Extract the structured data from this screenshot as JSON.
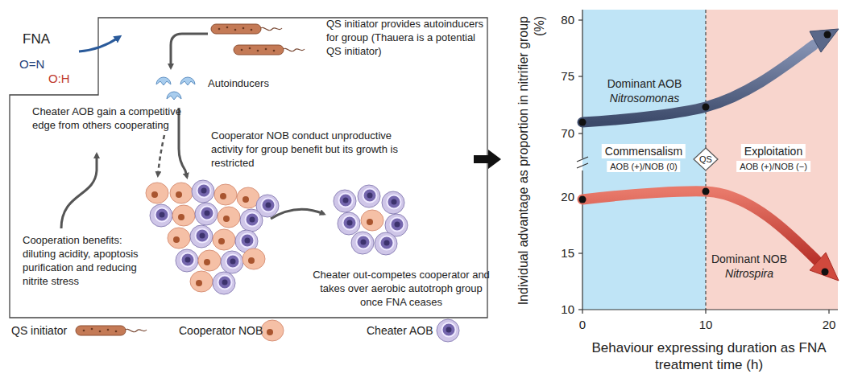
{
  "diagram": {
    "nodes": [
      {
        "text": [
          "QS initiator provides autoinducers for group (Thauera is a potential QS initiator)",
          "Autoinducers",
          "Cheater AOB gain a competitive edge from others cooperating",
          "Cooperator NOB conduct unproductive activity for group benefit but its growth is restricted",
          "Cooperation benefits: diluting acidity, apoptosis purification and reducing nitrite stress",
          "Cheater out-competes cooperator and takes over aerobic autotroph group once FNA ceases"
        ]
      },
      {
        "text": [
          "Commensalism",
          "AOB (+)/NOB (0)"
        ]
      },
      {
        "text": [
          "QS"
        ]
      },
      {
        "text": [
          "Exploitation",
          "AOB (+)/NOB (−)"
        ]
      }
    ],
    "labels": [
      "FNA",
      "O=N",
      "O:H",
      "80",
      "75",
      "70",
      "20",
      "15",
      "10",
      "0",
      "10",
      "20",
      "Individual advantage as proportion in nitrifier group (%)",
      "Behaviour expressing duration as FNA treatment time (h)",
      "Dominant AOB",
      "Nitrosomonas",
      "Dominant NOB",
      "Nitrospira"
    ],
    "legend": [
      {
        "text": "QS initiator"
      },
      {
        "text": "Cooperator NOB"
      },
      {
        "text": "Cheater AOB"
      }
    ]
  }
}
